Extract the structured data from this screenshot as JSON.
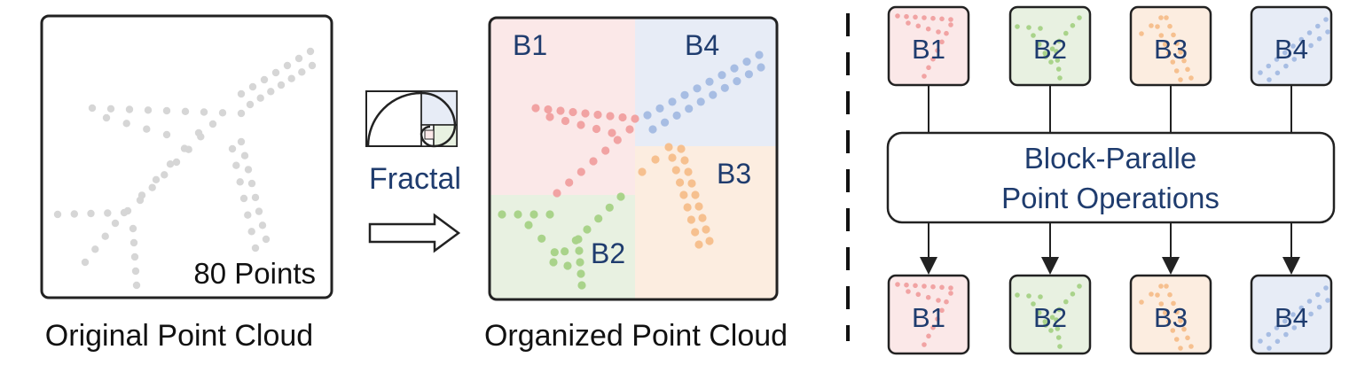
{
  "original_panel": {
    "caption": "Original Point Cloud",
    "count_label": "80 Points"
  },
  "transform": {
    "label": "Fractal"
  },
  "organized_panel": {
    "caption": "Organized Point Cloud",
    "blocks": [
      {
        "id": "B1",
        "label": "B1",
        "fill": "#fbe8e8",
        "point_color": "#f1a3a3"
      },
      {
        "id": "B2",
        "label": "B2",
        "fill": "#e8f1e1",
        "point_color": "#a9d38a"
      },
      {
        "id": "B3",
        "label": "B3",
        "fill": "#fcede0",
        "point_color": "#f6c08f"
      },
      {
        "id": "B4",
        "label": "B4",
        "fill": "#e7ecf6",
        "point_color": "#a7bde3"
      }
    ]
  },
  "block_ops": {
    "label_line1": "Block-Paralle",
    "label_line2": "Point Operations",
    "input_blocks": [
      "B1",
      "B2",
      "B3",
      "B4"
    ],
    "output_blocks": [
      "B1",
      "B2",
      "B3",
      "B4"
    ]
  },
  "colors": {
    "gray_point": "#d6d6d6",
    "label_blue": "#1f3c6e",
    "border": "#222222"
  }
}
